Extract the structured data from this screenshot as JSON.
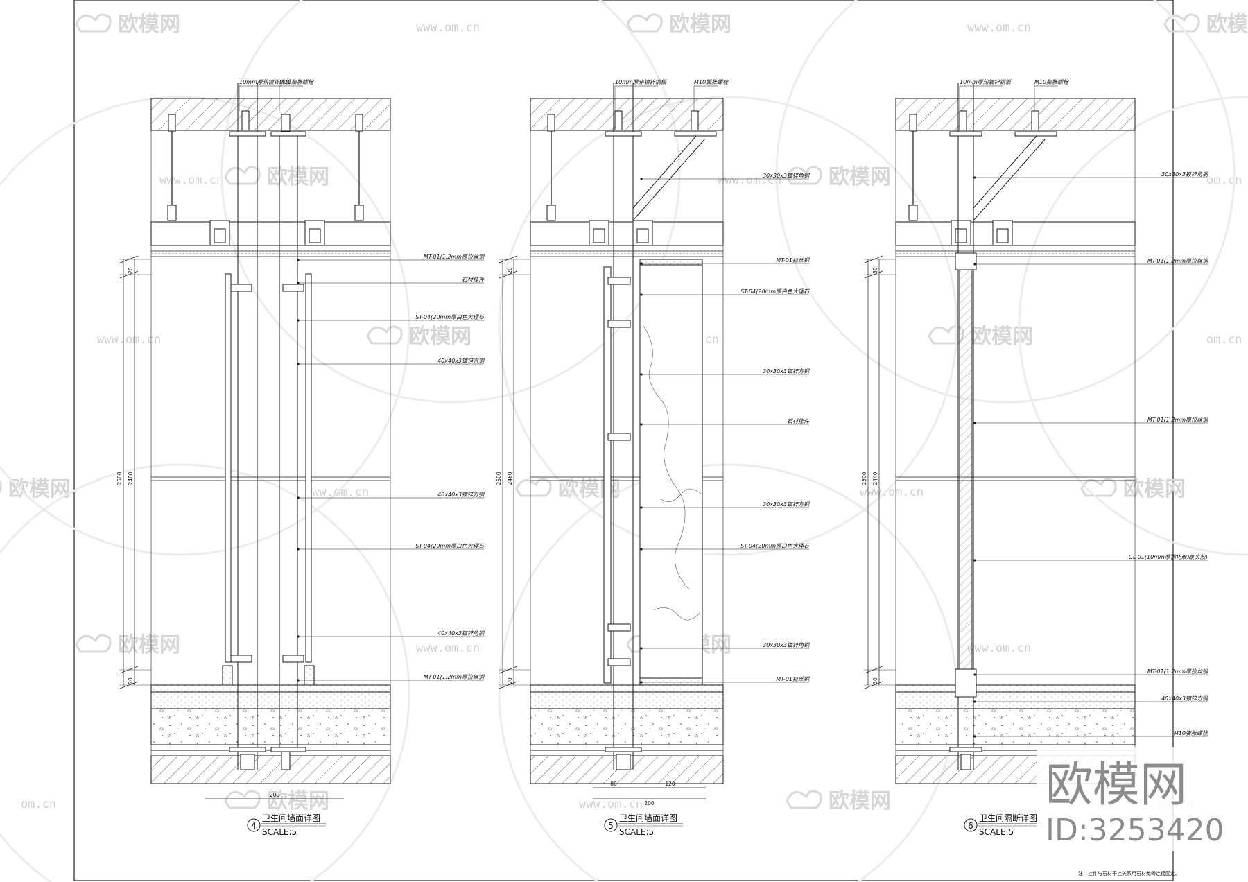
{
  "details": [
    {
      "number": "4",
      "title": "卫生间墙面详图",
      "scale": "SCALE:5",
      "labels_top": [
        "10mm厚热镀锌钢板",
        "M10膨胀螺栓"
      ],
      "labels_right": [
        "MT-01(1.2mm厚拉丝钢",
        "石材挂件",
        "ST-04(20mm厚白色大理石",
        "40x40x3镀锌方钢",
        "40x40x3镀锌方钢",
        "ST-04(20mm厚白色大理石",
        "40x40x3镀锌角钢",
        "MT-01(1.2mm厚拉丝钢"
      ],
      "dims_outer": "2500",
      "dims_inner": [
        "20",
        "2460",
        "20"
      ],
      "dim_bottom": [
        "200"
      ]
    },
    {
      "number": "5",
      "title": "卫生间墙面详图",
      "scale": "SCALE:5",
      "labels_top": [
        "10mm厚热镀锌钢板",
        "M10膨胀螺栓"
      ],
      "labels_right": [
        "30x30x3镀锌角钢",
        "MT-01拉丝钢",
        "ST-04(20mm厚白色大理石",
        "30x30x3镀锌方钢",
        "石材挂件",
        "30x30x3镀锌方钢",
        "ST-04(20mm厚白色大理石",
        "30x30x3镀锌角钢",
        "MT-01拉丝钢"
      ],
      "dims_outer": "2500",
      "dims_inner": [
        "20",
        "2460",
        "20"
      ],
      "dim_bottom": [
        "80",
        "120",
        "200"
      ]
    },
    {
      "number": "6",
      "title": "卫生间隔断详图",
      "scale": "SCALE:5",
      "labels_top": [
        "10mm厚热镀锌钢板",
        "M10膨胀螺栓"
      ],
      "labels_right": [
        "30x30x3镀锌角钢",
        "MT-01(1.2mm厚拉丝钢",
        "MT-01(1.2mm厚拉丝钢",
        "GL-01(10mm厚钢化玻璃(夹胶)",
        "MT-01(1.2mm厚拉丝钢",
        "40x40x3镀锌方钢",
        "M10膨胀螺栓"
      ],
      "dims_outer": "2500",
      "dims_inner": [
        "30",
        "2440",
        "30"
      ],
      "dim_bottom": []
    }
  ],
  "note": "注：挂件与石材干挂关系用石材龙骨连接固定。",
  "watermark": {
    "text_cn": "欧模网",
    "url": "www.om.cn",
    "url_short": "om.cn"
  },
  "brand": {
    "name": "欧模网",
    "id": "ID:3253420"
  },
  "colors": {
    "line": "#1a1a1a",
    "watermark": "#d6d6d6",
    "brand": "#8c8c8c"
  }
}
